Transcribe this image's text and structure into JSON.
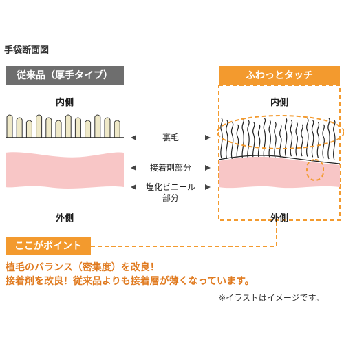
{
  "title": "手袋断面図",
  "left_header": "従来品（厚手タイプ）",
  "right_header": "ふわっとタッチ",
  "left_inner": "内側",
  "right_inner": "内側",
  "left_outer": "外側",
  "right_outer": "外側",
  "layer_labels": {
    "pile": "裏毛",
    "adhesive": "接着剤部分",
    "pvc_line1": "塩化ビニール",
    "pvc_line2": "部分"
  },
  "point_badge": "ここがポイント",
  "point_line1": "植毛のバランス（密集度）を改良！",
  "point_line2": "接着剤を改良！従来品よりも接着層が薄くなっています。",
  "note": "※イラストはイメージです。",
  "colors": {
    "orange": "#f39a2e",
    "gray_header": "#6e6e6e",
    "pvc_pink": "#f8c6c6",
    "pile_fill": "#efe9c8"
  }
}
